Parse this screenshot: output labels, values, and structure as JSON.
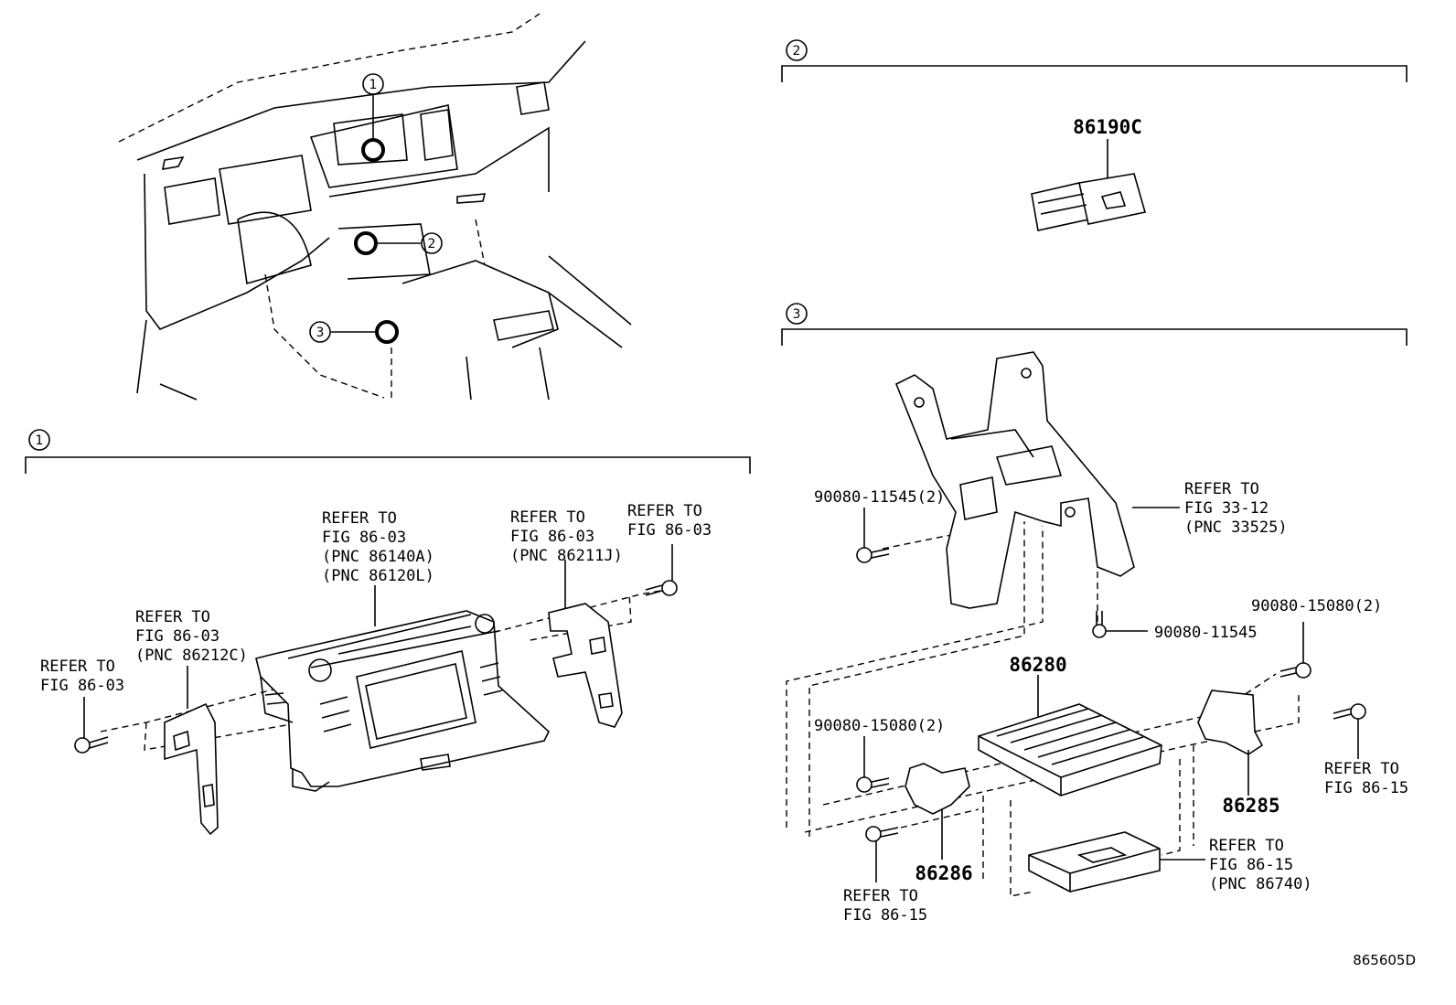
{
  "figure_code": "865605D",
  "callouts": [
    "1",
    "2",
    "3"
  ],
  "section2": {
    "part_86190C": "86190C"
  },
  "section1": {
    "screw_left": [
      "REFER TO",
      "FIG 86-03"
    ],
    "bracket_left": [
      "REFER TO",
      "FIG 86-03",
      "(PNC 86212C)"
    ],
    "display": [
      "REFER TO",
      "FIG 86-03",
      "(PNC 86140A)",
      "(PNC 86120L)"
    ],
    "bracket_right": [
      "REFER TO",
      "FIG 86-03",
      "(PNC 86211J)"
    ],
    "screw_right": [
      "REFER TO",
      "FIG 86-03"
    ]
  },
  "section3": {
    "bolt_upper_left": "90080-11545(2)",
    "bracket_ref": [
      "REFER TO",
      "FIG 33-12",
      "(PNC 33525)"
    ],
    "bolt_center": "90080-11545",
    "bolt_upper_right": "90080-15080(2)",
    "amp": "86280",
    "bolt_mid_left": "90080-15080(2)",
    "screw_right_ref": [
      "REFER TO",
      "FIG 86-15"
    ],
    "bracket_86285": "86285",
    "bracket_86286": "86286",
    "screw_bottom_ref": [
      "REFER TO",
      "FIG 86-15"
    ],
    "module_ref": [
      "REFER TO",
      "FIG 86-15",
      "(PNC 86740)"
    ]
  }
}
